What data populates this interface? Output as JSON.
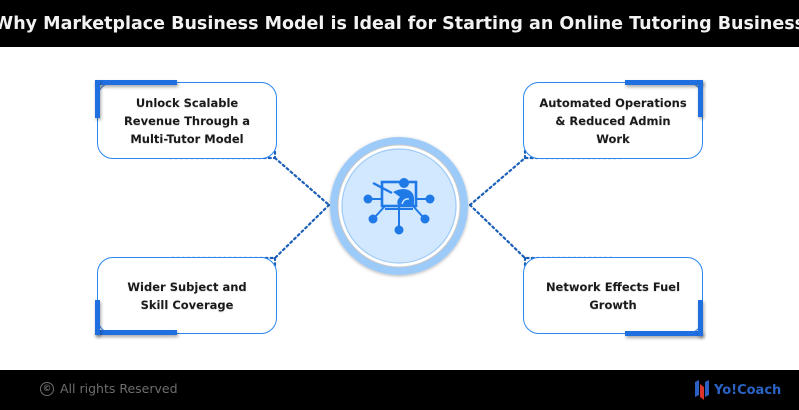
{
  "header": {
    "title": "Why Marketplace Business Model is Ideal for Starting an Online Tutoring Business"
  },
  "center": {
    "icon": "online-tutor-network-icon"
  },
  "cards": [
    {
      "id": "top-left",
      "label": "Unlock Scalable Revenue Through a Multi-Tutor Model"
    },
    {
      "id": "top-right",
      "label": "Automated Operations & Reduced Admin Work"
    },
    {
      "id": "bottom-left",
      "label": "Wider Subject and Skill Coverage"
    },
    {
      "id": "bottom-right",
      "label": "Network Effects Fuel Growth"
    }
  ],
  "footer": {
    "copyright_symbol": "©",
    "copyright_text": "All rights Reserved",
    "brand_name": "Yo!Coach",
    "brand_icon": "yocoach-logo-icon"
  },
  "colors": {
    "accent": "#1f6fe0",
    "border": "#2b86ee",
    "connector": "#1c5fb8",
    "circle_outer": "#9ccaf9",
    "circle_inner": "#cfe6ff",
    "header_bg": "#000000"
  }
}
